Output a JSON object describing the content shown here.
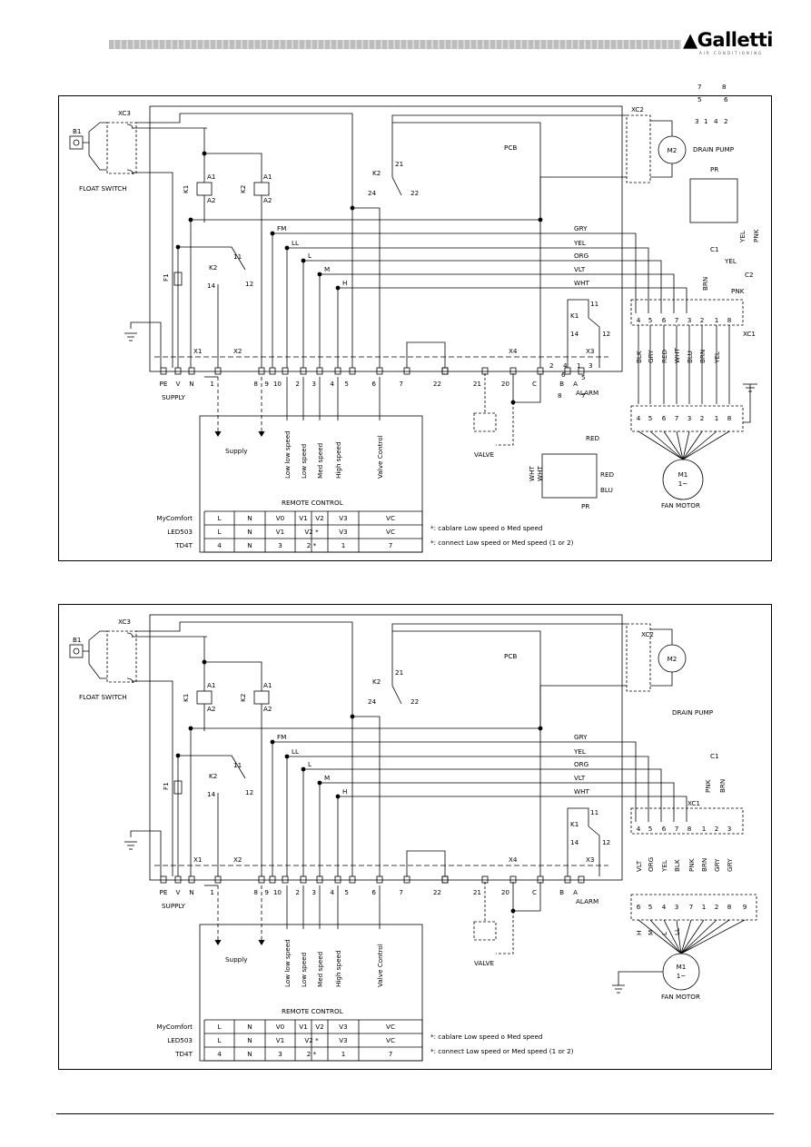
{
  "header": {
    "brand": "Galletti",
    "brand_tagline": "AIR CONDITIONING"
  },
  "diagram1": {
    "labels": {
      "b1": "B1",
      "xc3": "XC3",
      "float_switch": "FLOAT SWITCH",
      "xc2": "XC2",
      "m2": "M2",
      "drain_pump": "DRAIN PUMP",
      "pcb": "PCB",
      "k1": "K1",
      "k2": "K2",
      "a1": "A1",
      "a2": "A2",
      "k2_21": "21",
      "k2_22": "22",
      "k2_24": "24",
      "f1": "F1",
      "k2b": "K2",
      "c11": "11",
      "c12": "12",
      "c14": "14",
      "fm": "FM",
      "ll": "LL",
      "l": "L",
      "m": "M",
      "h": "H",
      "gry": "GRY",
      "yel": "YEL",
      "org": "ORG",
      "vlt": "VLT",
      "wht": "WHT",
      "pr": "PR",
      "c1": "C1",
      "c2": "C2",
      "pnk": "PNK",
      "brn": "BRN",
      "xc1": "XC1",
      "x1": "X1",
      "x2": "X2",
      "x3": "X3",
      "x4": "X4",
      "k1b": "K1",
      "alarm": "ALARM",
      "supply": "SUPPLY",
      "valve": "VALVE",
      "red": "RED",
      "blu": "BLU",
      "blk": "BLK",
      "m1": "M1",
      "m1sub": "1~",
      "fan_motor": "FAN MOTOR",
      "pe": "PE",
      "v": "V",
      "n": "N"
    },
    "terminals": [
      "1",
      "8",
      "9",
      "10",
      "2",
      "3",
      "4",
      "5",
      "6",
      "7",
      "22",
      "21",
      "20",
      "C",
      "B",
      "A"
    ],
    "xc1_pins": [
      "4",
      "5",
      "6",
      "7",
      "3",
      "2",
      "1",
      "8"
    ],
    "motor_pins": [
      "4",
      "5",
      "6",
      "7",
      "3",
      "2",
      "1",
      "8"
    ],
    "motor_wire_labels": [
      "BLK",
      "GRY",
      "RED",
      "WHT",
      "BLU",
      "BRN",
      "YEL"
    ],
    "pr_top_pins": [
      "7",
      "8",
      "5",
      "6",
      "3",
      "1",
      "4",
      "2"
    ],
    "pr_bot_pins": [
      "2",
      "4",
      "1",
      "3",
      "6",
      "5",
      "8",
      "7"
    ],
    "rc_headers": [
      "Supply",
      "Low low speed",
      "Low speed",
      "Med speed",
      "High speed",
      "Valve Control"
    ],
    "remote_title": "REMOTE CONTROL",
    "rows": [
      {
        "name": "MyComfort",
        "cells": [
          "L",
          "N",
          "V0",
          "V1",
          "V2",
          "V3",
          "VC"
        ]
      },
      {
        "name": "LED503",
        "cells": [
          "L",
          "N",
          "V1",
          "V2 *",
          "V3",
          "VC"
        ]
      },
      {
        "name": "TD4T",
        "cells": [
          "4",
          "N",
          "3",
          "2 *",
          "1",
          "7"
        ]
      }
    ],
    "note1": "*: cablare Low speed o Med speed",
    "note2": "*: connect Low speed or Med speed (1 or 2)"
  },
  "diagram2": {
    "labels": {
      "b1": "B1",
      "xc3": "XC3",
      "float_switch": "FLOAT SWITCH",
      "xc2": "XC2",
      "m2": "M2",
      "drain_pump": "DRAIN PUMP",
      "pcb": "PCB",
      "k1": "K1",
      "k2": "K2",
      "a1": "A1",
      "a2": "A2",
      "k2_21": "21",
      "k2_22": "22",
      "k2_24": "24",
      "f1": "F1",
      "k2b": "K2",
      "c11": "11",
      "c12": "12",
      "c14": "14",
      "fm": "FM",
      "ll": "LL",
      "l": "L",
      "m": "M",
      "h": "H",
      "gry": "GRY",
      "yel": "YEL",
      "org": "ORG",
      "vlt": "VLT",
      "wht": "WHT",
      "c1": "C1",
      "pnk": "PNK",
      "brn": "BRN",
      "xc1": "XC1",
      "x1": "X1",
      "x2": "X2",
      "x3": "X3",
      "x4": "X4",
      "k1b": "K1",
      "alarm": "ALARM",
      "supply": "SUPPLY",
      "valve": "VALVE",
      "m1": "M1",
      "m1sub": "1~",
      "fan_motor": "FAN MOTOR",
      "pe": "PE",
      "v": "V",
      "n": "N"
    },
    "terminals": [
      "1",
      "8",
      "9",
      "10",
      "2",
      "3",
      "4",
      "5",
      "6",
      "7",
      "22",
      "21",
      "20",
      "C",
      "B",
      "A"
    ],
    "xc1_pins": [
      "4",
      "5",
      "6",
      "7",
      "8",
      "1",
      "2",
      "3"
    ],
    "motor_pins": [
      "6",
      "5",
      "4",
      "3",
      "7",
      "1",
      "2",
      "8",
      "9"
    ],
    "motor_wire_labels": [
      "VLT",
      "ORG",
      "YEL",
      "BLK",
      "PNK",
      "BRN",
      "GRY",
      "GRY"
    ],
    "motor_letters": [
      "H",
      "M",
      "L",
      "LL"
    ],
    "rc_headers": [
      "Supply",
      "Low low speed",
      "Low speed",
      "Med speed",
      "High speed",
      "Valve Control"
    ],
    "remote_title": "REMOTE CONTROL",
    "rows": [
      {
        "name": "MyComfort",
        "cells": [
          "L",
          "N",
          "V0",
          "V1",
          "V2",
          "V3",
          "VC"
        ]
      },
      {
        "name": "LED503",
        "cells": [
          "L",
          "N",
          "V1",
          "V2 *",
          "V3",
          "VC"
        ]
      },
      {
        "name": "TD4T",
        "cells": [
          "4",
          "N",
          "3",
          "2 *",
          "1",
          "7"
        ]
      }
    ],
    "note1": "*: cablare Low speed o Med speed",
    "note2": "*: connect Low speed or Med speed (1 or 2)"
  }
}
